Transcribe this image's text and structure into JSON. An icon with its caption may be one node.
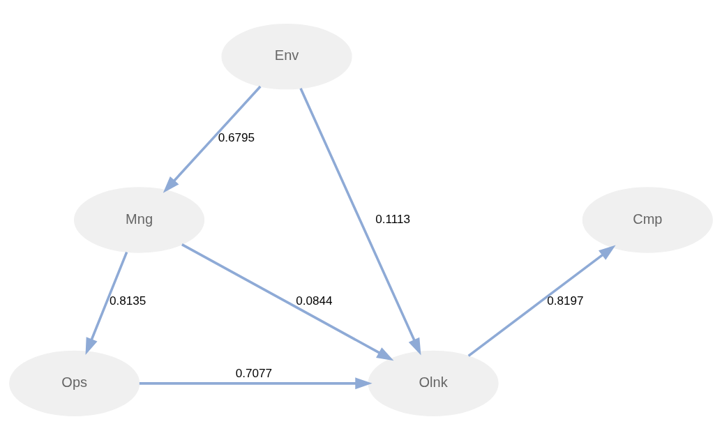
{
  "diagram": {
    "nodes": [
      {
        "text": [
          "Env"
        ]
      },
      {
        "text": [
          "Mng"
        ]
      },
      {
        "text": [
          "Cmp"
        ]
      },
      {
        "text": [
          "Ops"
        ]
      },
      {
        "text": [
          "Olnk"
        ]
      }
    ],
    "edges": [
      {
        "from": 0,
        "to": 1,
        "arrow": "to",
        "label": "0.6795"
      },
      {
        "from": 0,
        "to": 4,
        "arrow": "to",
        "label": "0.1113"
      },
      {
        "from": 1,
        "to": 3,
        "arrow": "to",
        "label": "0.8135"
      },
      {
        "from": 1,
        "to": 4,
        "arrow": "to",
        "label": "0.0844"
      },
      {
        "from": 4,
        "to": 2,
        "arrow": "to",
        "label": "0.8197"
      },
      {
        "from": 3,
        "to": 4,
        "arrow": "to",
        "label": "0.7077"
      }
    ]
  }
}
